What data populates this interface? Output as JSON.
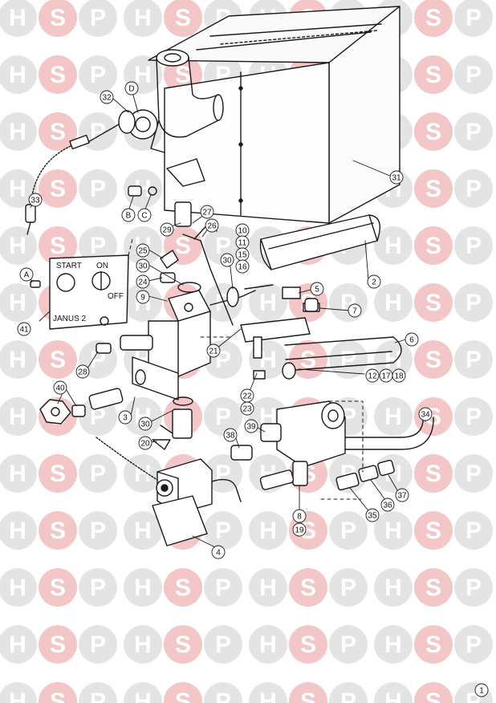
{
  "watermark": {
    "letters": [
      "H",
      "S",
      "P"
    ],
    "grey": "#e4e4e4",
    "pink": "#f3c6c8"
  },
  "diagram": {
    "line_color": "#1a1a1a",
    "callouts": [
      {
        "id": "c-1",
        "text": "1"
      },
      {
        "id": "c-2",
        "text": "2"
      },
      {
        "id": "c-3",
        "text": "3"
      },
      {
        "id": "c-4",
        "text": "4"
      },
      {
        "id": "c-5",
        "text": "5"
      },
      {
        "id": "c-6",
        "text": "6"
      },
      {
        "id": "c-7",
        "text": "7"
      },
      {
        "id": "c-8",
        "text": "8"
      },
      {
        "id": "c-9",
        "text": "9"
      },
      {
        "id": "c-10",
        "text": "10"
      },
      {
        "id": "c-11",
        "text": "11"
      },
      {
        "id": "c-12",
        "text": "12"
      },
      {
        "id": "c-15",
        "text": "15"
      },
      {
        "id": "c-16",
        "text": "16"
      },
      {
        "id": "c-17",
        "text": "17"
      },
      {
        "id": "c-18",
        "text": "18"
      },
      {
        "id": "c-19",
        "text": "19"
      },
      {
        "id": "c-20",
        "text": "20"
      },
      {
        "id": "c-21",
        "text": "21"
      },
      {
        "id": "c-22",
        "text": "22"
      },
      {
        "id": "c-23",
        "text": "23"
      },
      {
        "id": "c-24",
        "text": "24"
      },
      {
        "id": "c-25",
        "text": "25"
      },
      {
        "id": "c-26",
        "text": "26"
      },
      {
        "id": "c-27",
        "text": "27"
      },
      {
        "id": "c-28",
        "text": "28"
      },
      {
        "id": "c-29",
        "text": "29"
      },
      {
        "id": "c-30a",
        "text": "30"
      },
      {
        "id": "c-30b",
        "text": "30"
      },
      {
        "id": "c-30c",
        "text": "30"
      },
      {
        "id": "c-31",
        "text": "31"
      },
      {
        "id": "c-32",
        "text": "32"
      },
      {
        "id": "c-33",
        "text": "33"
      },
      {
        "id": "c-34",
        "text": "34"
      },
      {
        "id": "c-35",
        "text": "35"
      },
      {
        "id": "c-36",
        "text": "36"
      },
      {
        "id": "c-37",
        "text": "37"
      },
      {
        "id": "c-38",
        "text": "38"
      },
      {
        "id": "c-39",
        "text": "39"
      },
      {
        "id": "c-40",
        "text": "40"
      },
      {
        "id": "c-41",
        "text": "41"
      },
      {
        "id": "c-A",
        "text": "A"
      },
      {
        "id": "c-B",
        "text": "B"
      },
      {
        "id": "c-C",
        "text": "C"
      },
      {
        "id": "c-D",
        "text": "D"
      }
    ],
    "panel": {
      "start": "START",
      "on": "ON",
      "off": "OFF",
      "nameplate": "JANUS 2"
    }
  }
}
